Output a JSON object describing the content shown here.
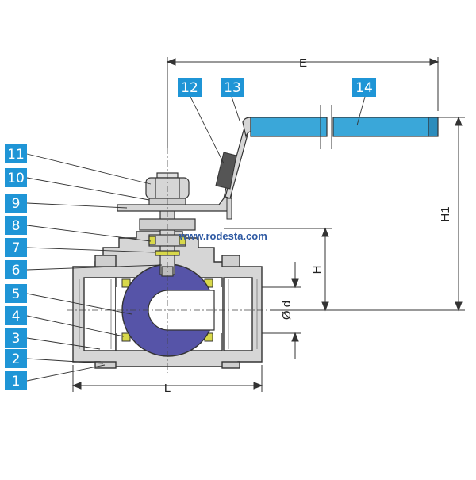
{
  "diagram": {
    "watermark": "www.rodesta.com",
    "dimensions": {
      "E": "E",
      "H1": "H1",
      "H": "H",
      "d": "Ø d",
      "L": "L"
    },
    "part_numbers": [
      "1",
      "2",
      "3",
      "4",
      "5",
      "6",
      "7",
      "8",
      "9",
      "10",
      "11",
      "12",
      "13",
      "14"
    ],
    "colors": {
      "badge": "#1f95d6",
      "handle_grip": "#3aa7d9",
      "ball": "#5654a8",
      "seat": "#d8d84a",
      "body": "#d6d6d6",
      "sleeve": "#555555",
      "outline": "#333333"
    }
  }
}
